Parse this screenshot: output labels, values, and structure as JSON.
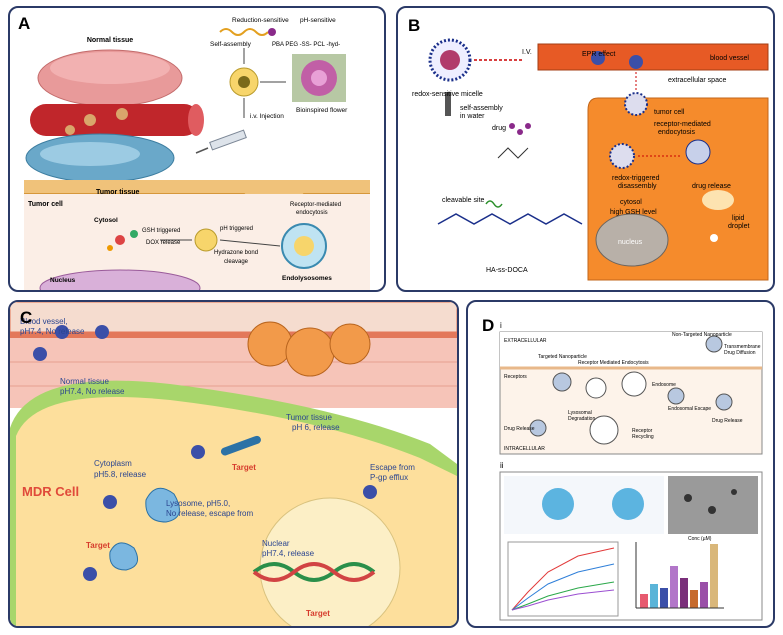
{
  "panels": {
    "a": {
      "label": "A",
      "normal_tissue": "Normal tissue",
      "tumor_tissue": "Tumor tissue",
      "reduction_sensitive": "Reduction-sensitive",
      "ph_sensitive": "pH-sensitive",
      "self_assembly": "Self-assembly",
      "legend": "PBA  PEG  -SS-  PCL  -hyd-",
      "iv_injection": "i.v. Injection",
      "bioinspired_flower": "Bioinspired flower",
      "tumor_cell": "Tumor cell",
      "cytosol": "Cytosol",
      "gsh_triggered": "GSH triggered",
      "dox_release": "DOX release",
      "ph_triggered": "pH triggered",
      "hydrazone": "Hydrazone bond",
      "cleavage": "cleavage",
      "receptor_mediated": "Receptor-mediated",
      "endocytosis": "endocytosis",
      "nucleus": "Nucleus",
      "endolysosomes": "Endolysosomes"
    },
    "b": {
      "label": "B",
      "iv": "I.V.",
      "epr_effect": "EPR effect",
      "blood_vessel": "blood vessel",
      "extracellular_space": "extracellular space",
      "redox_micelle": "redox-sensitive micelle",
      "self_assembly": "self-assembly",
      "in_water": "in water",
      "drug": "drug",
      "tumor_cell": "tumor cell",
      "receptor_mediated": "receptor-mediated",
      "endocytosis": "endocytosis",
      "redox_triggered": "redox-triggered",
      "disassembly": "disassembly",
      "cytosol": "cytosol",
      "gsh_level": "high GSH level",
      "drug_release": "drug release",
      "cleavable_site": "cleavable site",
      "lipid": "lipid",
      "droplet": "droplet",
      "nucleus": "nucleus",
      "molecule_name": "HA-ss-DOCA"
    },
    "c": {
      "label": "C",
      "blood_vessel": "Blood vessel,",
      "blood_vessel_sub": "pH7.4, No release",
      "normal_tissue": "Normal tissue",
      "normal_tissue_sub": "pH7.4, No release",
      "tumor_tissue": "Tumor tissue",
      "tumor_tissue_sub": "pH 6, release",
      "cytoplasm": "Cytoplasm",
      "cytoplasm_sub": "pH5.8, release",
      "mdr_cell": "MDR Cell",
      "escape": "Escape from",
      "escape_sub": "P-gp efflux",
      "lysosome": "Lysosome, pH5.0,",
      "lysosome_sub": "No release, escape from",
      "target": "Target",
      "nuclear": "Nuclear",
      "nuclear_sub": "pH7.4, release"
    },
    "d": {
      "label": "D",
      "sub_i": "i",
      "sub_ii": "ii",
      "extracellular": "EXTRACELLULAR",
      "intracellular": "INTRACELLULAR",
      "targeted_np": "Targeted Nanoparticle",
      "non_targeted_np": "Non-Targeted Nanoparticle",
      "transmembrane": "Transmembrane",
      "drug_diffusion": "Drug Diffusion",
      "receptor_endocytosis": "Receptor Mediated Endocytosis",
      "receptors": "Receptors",
      "endosome": "Endosome",
      "endosomal_escape": "Endosomal Escape",
      "lysosomal": "Lysosomal",
      "degradation": "Degradation",
      "drug_release_left": "Drug Release",
      "drug_release_right": "Drug Release",
      "receptor": "Receptor",
      "recycling": "Recycling",
      "chart_title": "Conc (µM)"
    }
  }
}
